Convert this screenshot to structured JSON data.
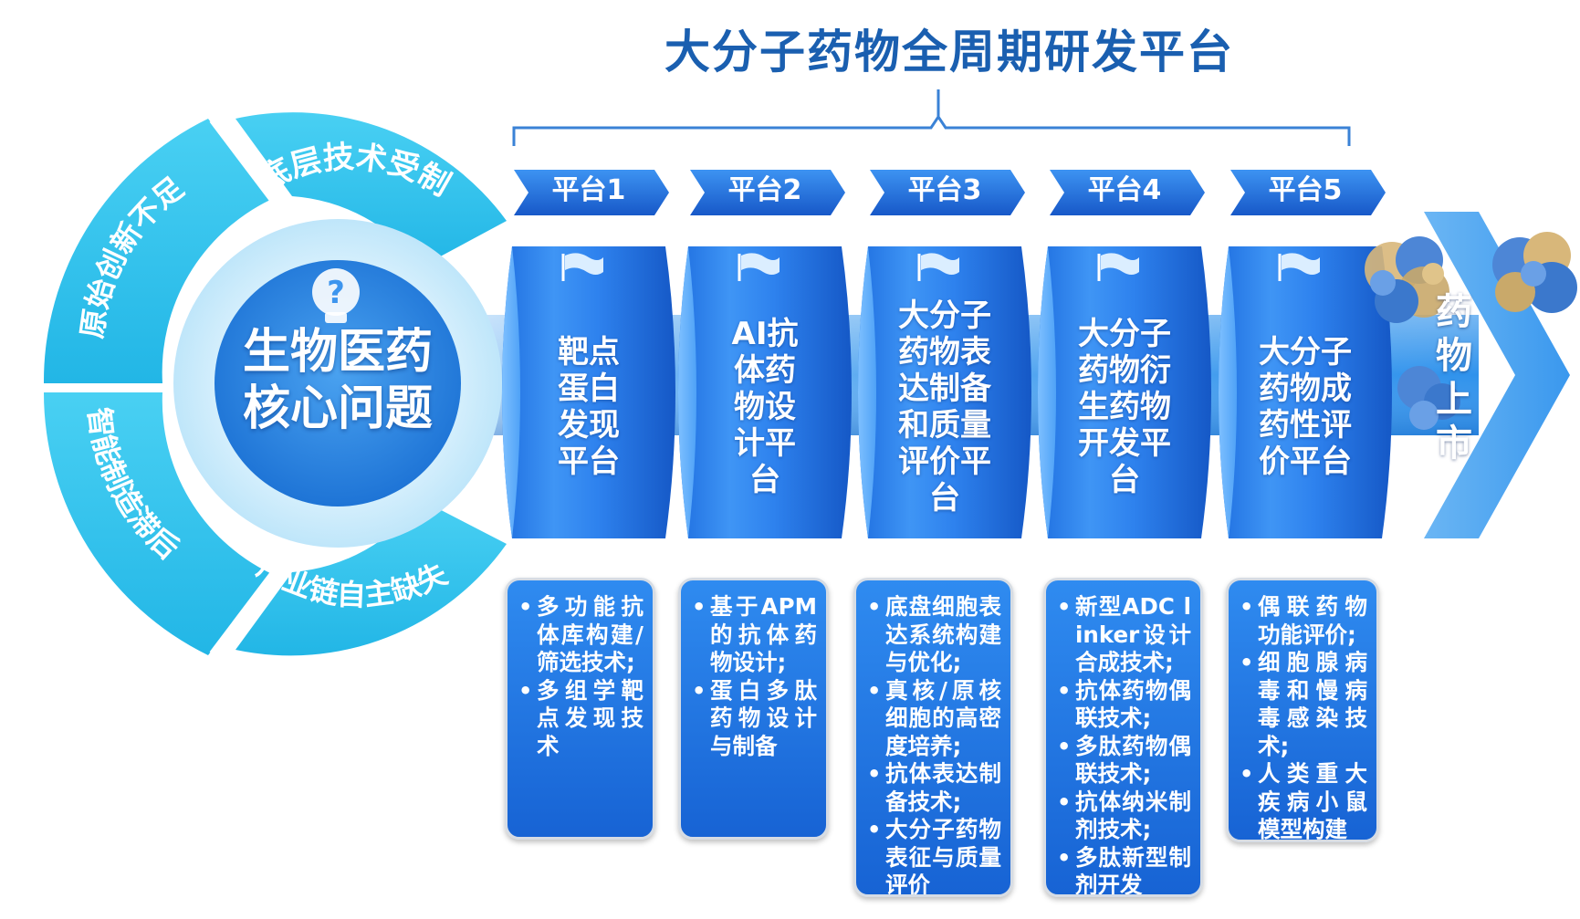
{
  "title": "大分子药物全周期研发平台",
  "core": {
    "line1": "生物医药",
    "line2": "核心问题"
  },
  "ring_segments": [
    {
      "label": "底层技术受制"
    },
    {
      "label": "原始创新不足"
    },
    {
      "label": "智能制造滞后"
    },
    {
      "label": "产业链自主缺失"
    }
  ],
  "platforms": [
    {
      "tag": "平台1",
      "name_lines": [
        "靶点",
        "蛋白",
        "发现",
        "平台"
      ],
      "items": [
        "多功能抗体库构建/筛选技术;",
        "多组学靶点发现技术"
      ]
    },
    {
      "tag": "平台2",
      "name_lines": [
        "AI抗",
        "体药",
        "物设",
        "计平",
        "台"
      ],
      "items": [
        "基于APM的抗体药物设计;",
        "蛋白多肽药物设计与制备"
      ]
    },
    {
      "tag": "平台3",
      "name_lines": [
        "大分子",
        "药物表",
        "达制备",
        "和质量",
        "评价平",
        "台"
      ],
      "items": [
        "底盘细胞表达系统构建与优化;",
        "真核/原核细胞的高密度培养;",
        "抗体表达制备技术;",
        "大分子药物表征与质量评价"
      ]
    },
    {
      "tag": "平台4",
      "name_lines": [
        "大分子",
        "药物衍",
        "生药物",
        "开发平",
        "台"
      ],
      "items": [
        "新型ADC linker设计合成技术;",
        "抗体药物偶联技术;",
        "多肽药物偶联技术;",
        "抗体纳米制剂技术;",
        "多肽新型制剂开发"
      ]
    },
    {
      "tag": "平台5",
      "name_lines": [
        "大分子",
        "药物成",
        "药性评",
        "价平台"
      ],
      "items": [
        "偶联药物功能评价;",
        "细胞腺病毒和慢病毒感染技术;",
        "人类重大疾病小鼠模型构建"
      ]
    }
  ],
  "market": {
    "label": "药物上市"
  },
  "icons": {
    "core": "question-bulb-icon",
    "flag": "flag-icon",
    "protein": "protein-structure-icon"
  },
  "colors": {
    "title": "#1a5fb0",
    "primary_blue": "#1d6fe0",
    "ring_cyan": "#2fc3ec",
    "core_blue": "#2a83e0"
  }
}
